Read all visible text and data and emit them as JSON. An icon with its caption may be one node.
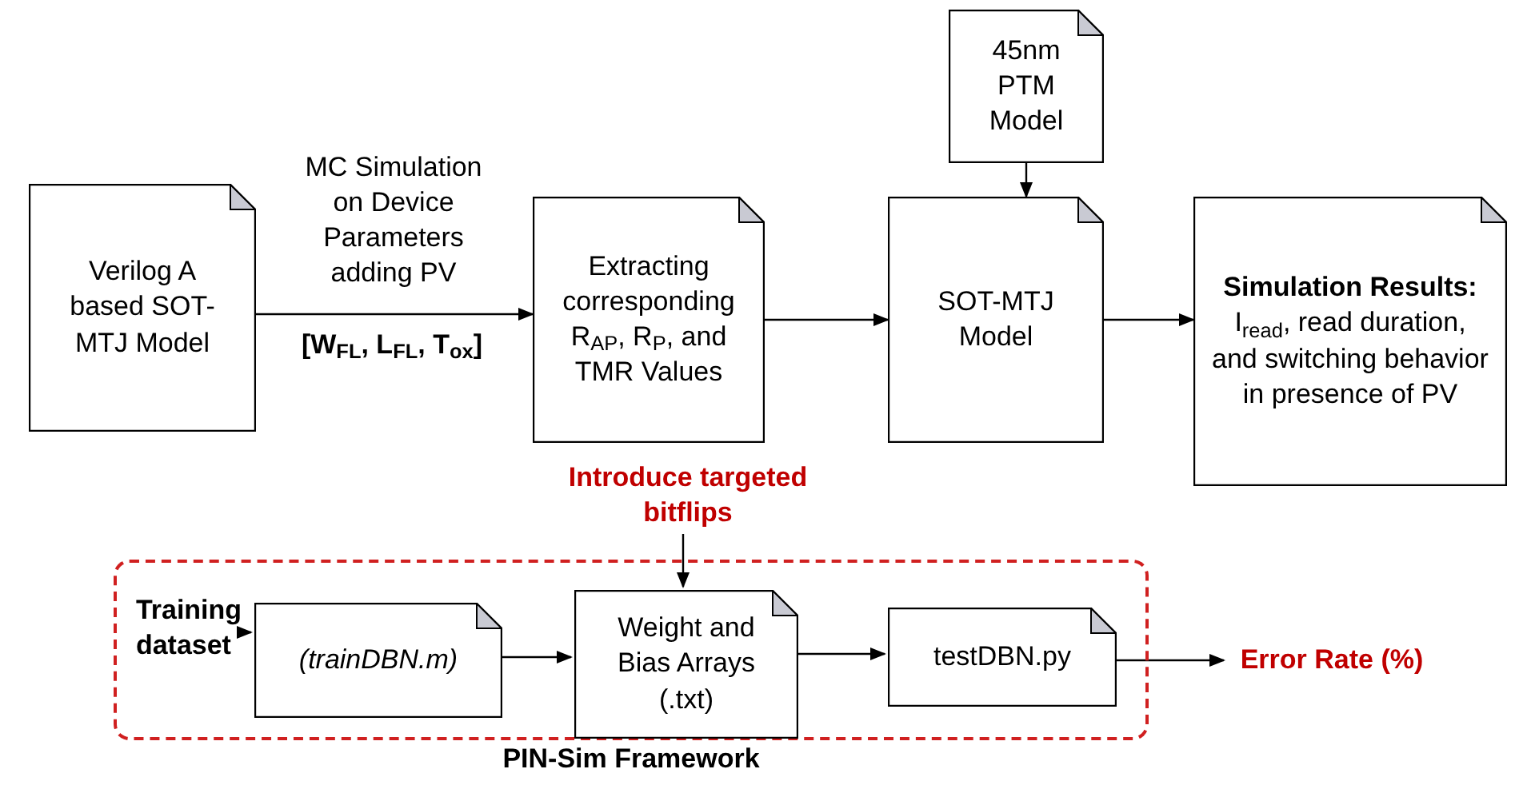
{
  "diagram": {
    "nodes": [
      {
        "text": [
          "Verilog A based SOT-MTJ Model"
        ]
      },
      {
        "text": [
          "Extracting corresponding R$_{AP}$, R$_{P}$, and TMR Values"
        ]
      },
      {
        "text": [
          "45nm PTM Model"
        ]
      },
      {
        "text": [
          "SOT-MTJ Model"
        ]
      },
      {
        "text": [
          "Simulation Results:",
          "I$_{read}$, read duration, and switching behavior in presence of PV"
        ]
      },
      {
        "text": [
          "PIN-Sim Framework"
        ]
      },
      {
        "text": [
          "Training dataset"
        ],
        "in": 5
      },
      {
        "text": [
          "(trainDBN.m)"
        ],
        "in": 5
      },
      {
        "text": [
          "Weight and Bias Arrays (.txt)"
        ],
        "in": 5
      },
      {
        "text": [
          "testDBN.py"
        ],
        "in": 5
      },
      {
        "text": [
          "Introduce targeted bitflips"
        ]
      },
      {
        "text": [
          "Error Rate (%)"
        ]
      }
    ],
    "edges": [
      {
        "from": 0,
        "to": 1,
        "arrow": "to",
        "label": "MC Simulation on Device Parameters adding PV"
      },
      {
        "from": 1,
        "to": 3,
        "arrow": "to"
      },
      {
        "from": 2,
        "to": 3,
        "arrow": "to"
      },
      {
        "from": 3,
        "to": 4,
        "arrow": "to"
      },
      {
        "from": 6,
        "to": 7,
        "arrow": "to"
      },
      {
        "from": 7,
        "to": 8,
        "arrow": "to"
      },
      {
        "from": 10,
        "to": 8,
        "arrow": "to"
      },
      {
        "from": 8,
        "to": 9,
        "arrow": "to"
      },
      {
        "from": 9,
        "to": 11,
        "arrow": "to"
      }
    ],
    "labels": [
      "[W$_{FL}$, L$_{FL}$, T$_{ox}$]"
    ]
  }
}
